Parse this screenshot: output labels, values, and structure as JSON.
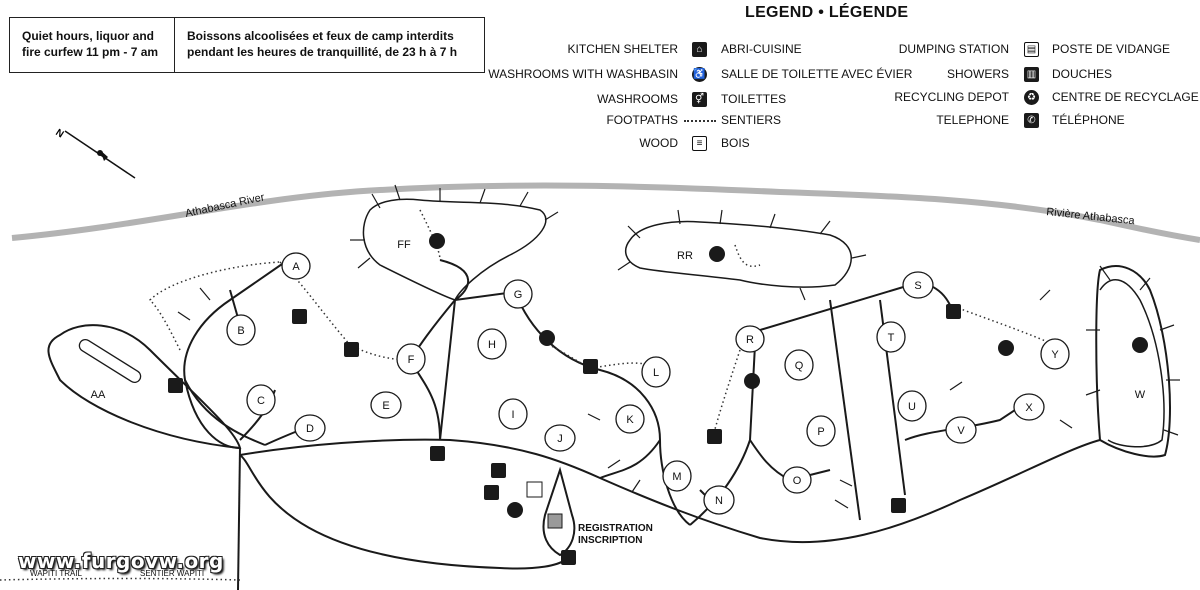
{
  "notice": {
    "en": [
      "Quiet hours, liquor and",
      "fire curfew 11 pm - 7 am"
    ],
    "fr": [
      "Boissons alcoolisées et feux de camp interdits",
      "pendant les heures de tranquillité, de 23 h à 7 h"
    ]
  },
  "legend": {
    "title": "LEGEND • LÉGENDE",
    "left": [
      {
        "en": "KITCHEN SHELTER",
        "fr": "ABRI-CUISINE",
        "icon": "kitchen-shelter-icon"
      },
      {
        "en": "WASHROOMS WITH WASHBASIN",
        "fr": "SALLE DE TOILETTE AVEC ÉVIER",
        "icon": "washbasin-icon"
      },
      {
        "en": "WASHROOMS",
        "fr": "TOILETTES",
        "icon": "washroom-icon"
      },
      {
        "en": "FOOTPATHS",
        "fr": "SENTIERS",
        "icon": "footpath-line"
      },
      {
        "en": "WOOD",
        "fr": "BOIS",
        "icon": "wood-icon"
      }
    ],
    "right": [
      {
        "en": "DUMPING STATION",
        "fr": "POSTE DE VIDANGE",
        "icon": "dumping-station-icon"
      },
      {
        "en": "SHOWERS",
        "fr": "DOUCHES",
        "icon": "shower-icon"
      },
      {
        "en": "RECYCLING DEPOT",
        "fr": "CENTRE DE RECYCLAGE",
        "icon": "recycling-icon"
      },
      {
        "en": "TELEPHONE",
        "fr": "TÉLÉPHONE",
        "icon": "telephone-icon"
      }
    ]
  },
  "rivers": {
    "en": "Athabasca River",
    "fr": "Rivière Athabasca"
  },
  "loops": [
    "A",
    "B",
    "C",
    "D",
    "E",
    "F",
    "G",
    "H",
    "I",
    "J",
    "K",
    "L",
    "M",
    "N",
    "O",
    "P",
    "Q",
    "R",
    "S",
    "T",
    "U",
    "V",
    "W",
    "X",
    "Y",
    "FF",
    "RR",
    "AA"
  ],
  "registration": [
    "REGISTRATION",
    "INSCRIPTION"
  ],
  "trail": {
    "en": "WAPITI TRAIL",
    "fr": "SENTIER WAPITI"
  },
  "compass": "N",
  "watermark": "www.furgovw.org",
  "colors": {
    "river": "#b3b3b3",
    "ink": "#1a1a1a",
    "background": "#ffffff"
  }
}
